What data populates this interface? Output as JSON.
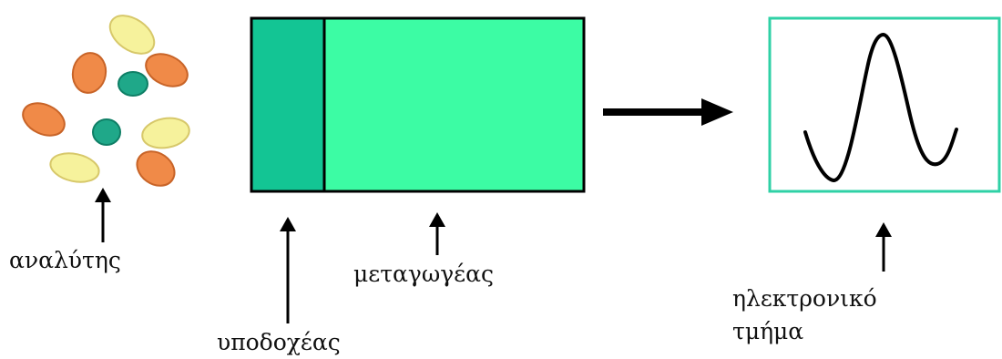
{
  "labels": {
    "analyte": "αναλύτης",
    "receptor": "υποδοχέας",
    "transducer": "μεταγωγέας",
    "electronic_line1": "ηλεκτρονικό",
    "electronic_line2": "τμήμα"
  },
  "colors": {
    "analyte_orange": "#f08a48",
    "analyte_yellow": "#f6f29c",
    "analyte_teal": "#1fa889",
    "receptor_fill": "#13c594",
    "transducer_fill": "#3cfca4",
    "electronic_border": "#2fd1a6",
    "line": "#000000"
  },
  "icons": {
    "analyte_particles": "ellipse-cluster",
    "signal": "peak-waveform"
  }
}
